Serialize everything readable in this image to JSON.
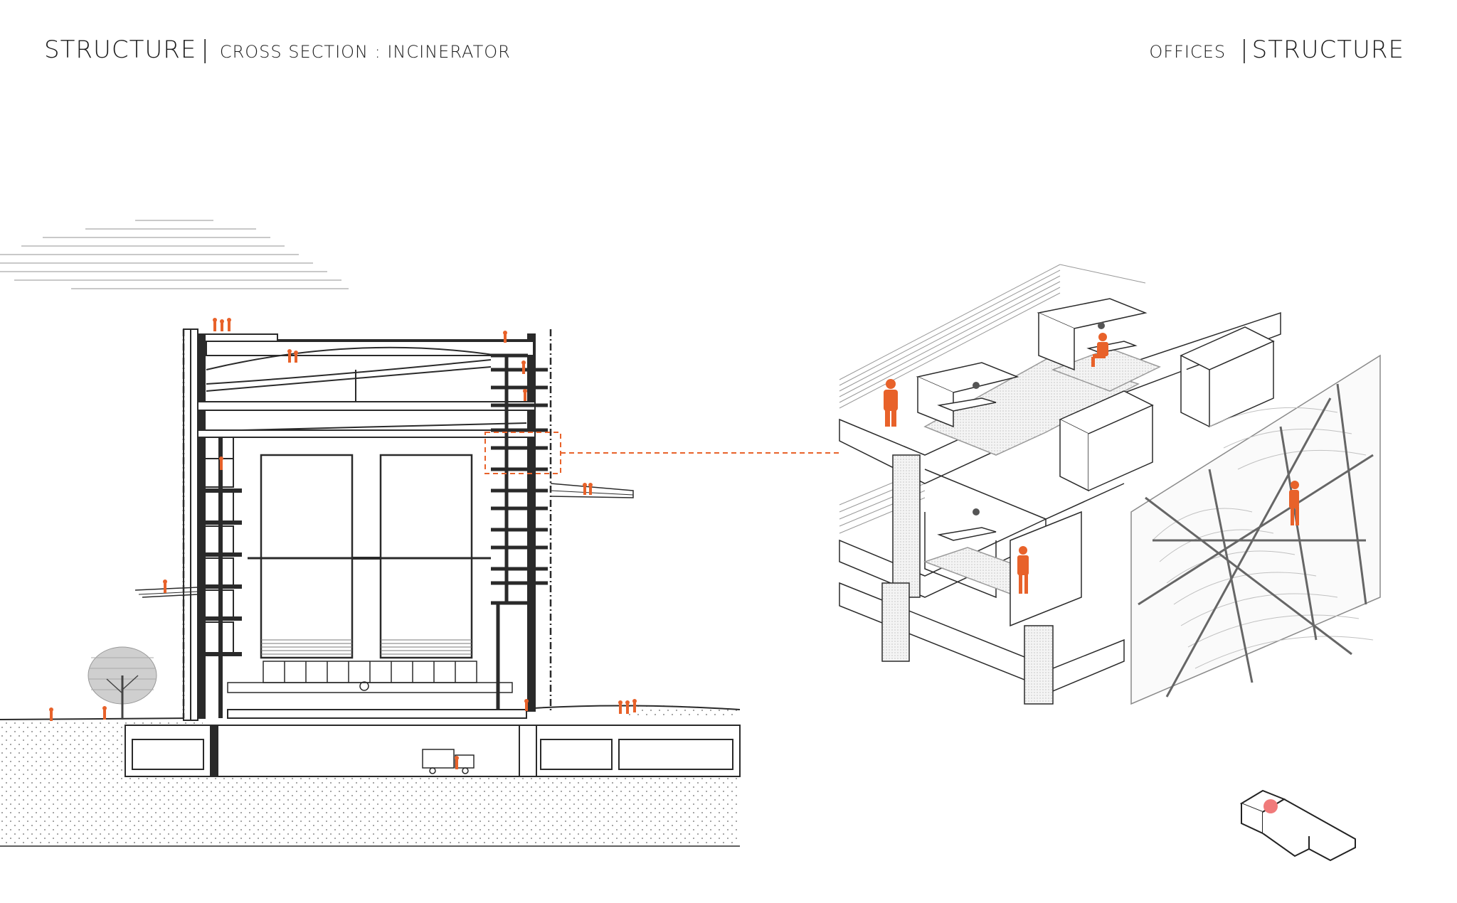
{
  "header_left": {
    "title": "STRUCTURE",
    "separator": "|",
    "subtitle": "CROSS SECTION : INCINERATOR"
  },
  "header_right": {
    "label": "OFFICES",
    "separator": "|",
    "title": "STRUCTURE"
  },
  "colors": {
    "accent": "#e8622a",
    "line": "#2a2a2a",
    "hatch": "#9a9a9a",
    "locator_dot": "#f07a7a"
  },
  "icons": {
    "section": "cross-section-drawing",
    "axonometric": "office-axonometric",
    "locator": "key-plan-icon"
  }
}
